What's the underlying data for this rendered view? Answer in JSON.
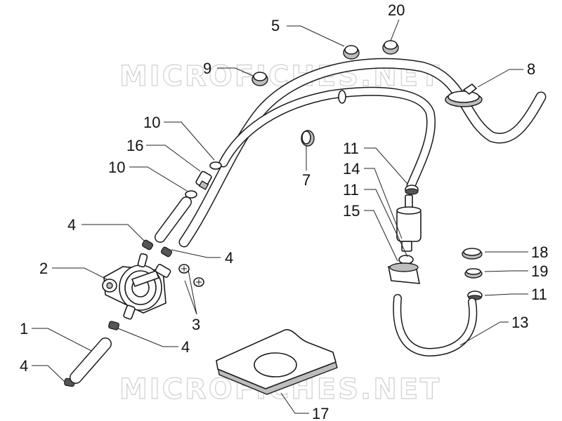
{
  "watermark": {
    "top_text": "MICROFICHES.NET",
    "bottom_text": "MICROFICHES.NET"
  },
  "callouts": [
    {
      "id": "c-5",
      "label": "5"
    },
    {
      "id": "c-20",
      "label": "20"
    },
    {
      "id": "c-9",
      "label": "9"
    },
    {
      "id": "c-8",
      "label": "8"
    },
    {
      "id": "c-10a",
      "label": "10"
    },
    {
      "id": "c-16",
      "label": "16"
    },
    {
      "id": "c-10b",
      "label": "10"
    },
    {
      "id": "c-7",
      "label": "7"
    },
    {
      "id": "c-11a",
      "label": "11"
    },
    {
      "id": "c-14",
      "label": "14"
    },
    {
      "id": "c-11b",
      "label": "11"
    },
    {
      "id": "c-15",
      "label": "15"
    },
    {
      "id": "c-4a",
      "label": "4"
    },
    {
      "id": "c-4b",
      "label": "4"
    },
    {
      "id": "c-2",
      "label": "2"
    },
    {
      "id": "c-3",
      "label": "3"
    },
    {
      "id": "c-18",
      "label": "18"
    },
    {
      "id": "c-19",
      "label": "19"
    },
    {
      "id": "c-11c",
      "label": "11"
    },
    {
      "id": "c-13",
      "label": "13"
    },
    {
      "id": "c-1",
      "label": "1"
    },
    {
      "id": "c-4c",
      "label": "4"
    },
    {
      "id": "c-4d",
      "label": "4"
    },
    {
      "id": "c-17",
      "label": "17"
    }
  ]
}
